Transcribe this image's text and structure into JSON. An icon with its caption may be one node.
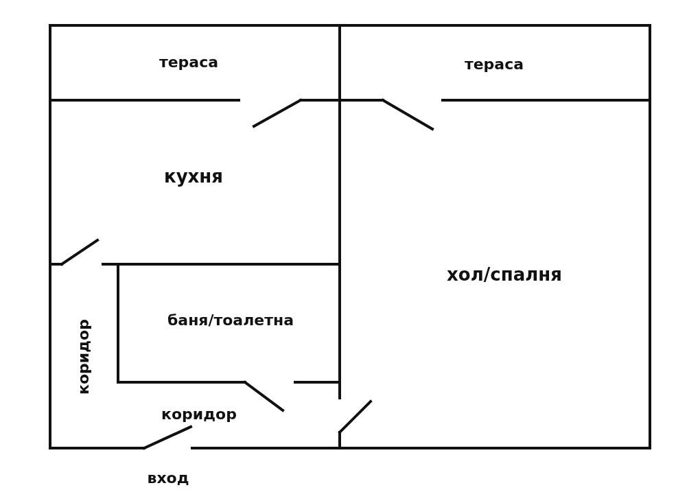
{
  "diagram": {
    "labels": [
      "тераса",
      "тераса",
      "кухня",
      "хол/спалня",
      "баня/тоалетна",
      "коридор",
      "коридор",
      "вход"
    ]
  }
}
